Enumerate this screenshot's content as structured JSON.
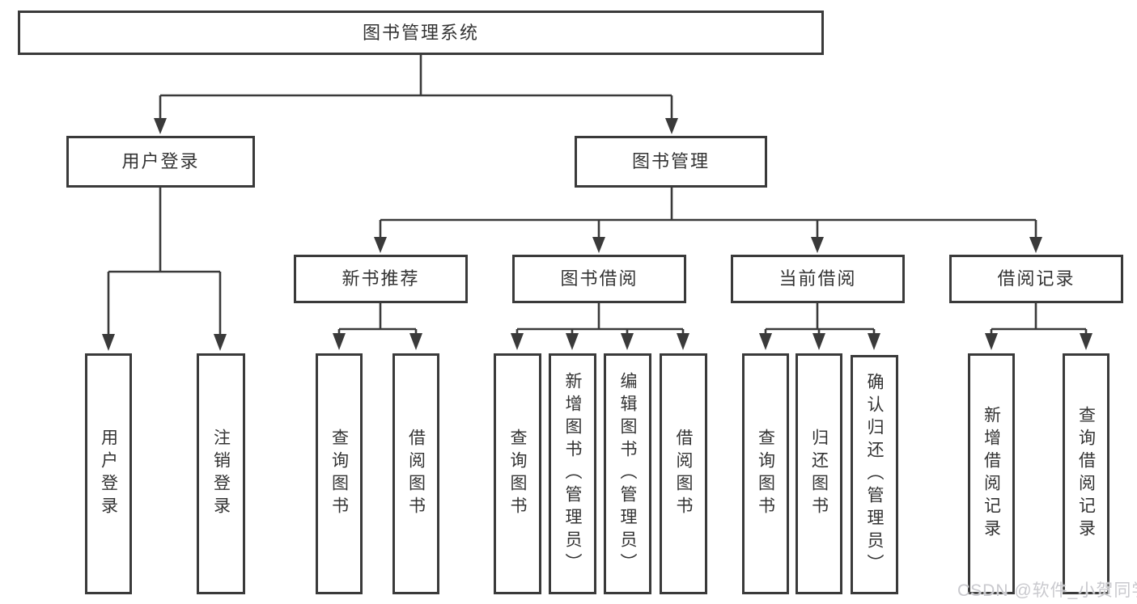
{
  "colors": {
    "line": "#3a3a3a",
    "text": "#333333",
    "box_border": "#3a3a3a",
    "box_bg": "#ffffff",
    "watermark": "#c9c9ce"
  },
  "watermark": "CSDN @软件_小贺同学",
  "tree": {
    "label": "图书管理系统",
    "children": [
      {
        "label": "用户登录",
        "children": [
          {
            "label": "用户登录"
          },
          {
            "label": "注销登录"
          }
        ]
      },
      {
        "label": "图书管理",
        "children": [
          {
            "label": "新书推荐",
            "children": [
              {
                "label": "查询图书"
              },
              {
                "label": "借阅图书"
              }
            ]
          },
          {
            "label": "图书借阅",
            "children": [
              {
                "label": "查询图书"
              },
              {
                "label": "新增图书（管理员）"
              },
              {
                "label": "编辑图书（管理员）"
              },
              {
                "label": "借阅图书"
              }
            ]
          },
          {
            "label": "当前借阅",
            "children": [
              {
                "label": "查询图书"
              },
              {
                "label": "归还图书"
              },
              {
                "label": "确认归还（管理员）"
              }
            ]
          },
          {
            "label": "借阅记录",
            "children": [
              {
                "label": "新增借阅记录"
              },
              {
                "label": "查询借阅记录"
              }
            ]
          }
        ]
      }
    ]
  }
}
